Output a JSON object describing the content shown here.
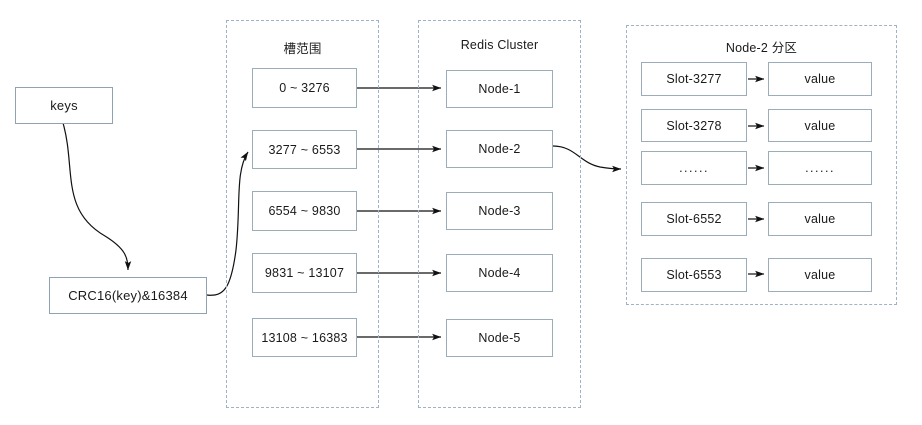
{
  "diagram": {
    "title_hidden": "",
    "colors": {
      "box_border": "#9badb9",
      "group_border": "#9fb3c8",
      "edge": "#1a1a1a",
      "background": "#ffffff"
    },
    "entry": {
      "keys_label": "keys",
      "crc_label": "CRC16(key)&16384"
    },
    "slot_group": {
      "title": "槽范围",
      "ranges": [
        "0 ~ 3276",
        "3277 ~ 6553",
        "6554 ~ 9830",
        "9831 ~ 13107",
        "13108 ~ 16383"
      ]
    },
    "cluster_group": {
      "title": "Redis Cluster",
      "nodes": [
        "Node-1",
        "Node-2",
        "Node-3",
        "Node-4",
        "Node-5"
      ]
    },
    "partition_group": {
      "title": "Node-2 分区",
      "rows": [
        {
          "slot": "Slot-3277",
          "value": "value"
        },
        {
          "slot": "Slot-3278",
          "value": "value"
        },
        {
          "slot": "......",
          "value": "......"
        },
        {
          "slot": "Slot-6552",
          "value": "value"
        },
        {
          "slot": "Slot-6553",
          "value": "value"
        }
      ]
    }
  }
}
